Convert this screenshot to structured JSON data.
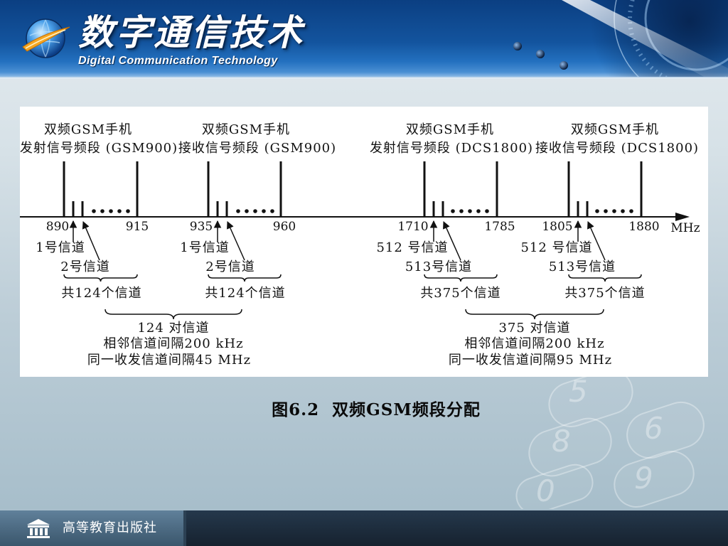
{
  "header": {
    "title": "数字通信技术",
    "subtitle": "Digital Communication Technology",
    "logo_icon": "globe-icon"
  },
  "diagram": {
    "unit": "MHz",
    "bands": [
      {
        "label_line1": "双频GSM手机",
        "label_line2": "发射信号频段 (GSM900)",
        "start": "890",
        "end": "915",
        "channel_first": "1号信道",
        "channel_second": "2号信道",
        "channel_total": "共124个信道"
      },
      {
        "label_line1": "双频GSM手机",
        "label_line2": "接收信号频段 (GSM900)",
        "start": "935",
        "end": "960",
        "channel_first": "1号信道",
        "channel_second": "2号信道",
        "channel_total": "共124个信道"
      },
      {
        "label_line1": "双频GSM手机",
        "label_line2": "发射信号频段 (DCS1800)",
        "start": "1710",
        "end": "1785",
        "channel_first": "512 号信道",
        "channel_second": "513号信道",
        "channel_total": "共375个信道"
      },
      {
        "label_line1": "双频GSM手机",
        "label_line2": "接收信号频段 (DCS1800)",
        "start": "1805",
        "end": "1880",
        "channel_first": "512 号信道",
        "channel_second": "513号信道",
        "channel_total": "共375个信道"
      }
    ],
    "pairs": [
      {
        "count": "124 对信道",
        "spacing": "相邻信道间隔200 kHz",
        "duplex": "同一收发信道间隔45 MHz"
      },
      {
        "count": "375 对信道",
        "spacing": "相邻信道间隔200 kHz",
        "duplex": "同一收发信道间隔95 MHz"
      }
    ]
  },
  "caption": "图6.2  双频GSM频段分配",
  "footer": {
    "publisher": "高等教育出版社",
    "logo_icon": "publisher-logo-icon"
  },
  "background": {
    "keypad_digits": [
      "5",
      "6",
      "8",
      "9",
      "0"
    ]
  },
  "theme": {
    "header_blue": "#13549e",
    "footer_dark": "#1b2c3e",
    "panel_white": "#ffffff"
  }
}
